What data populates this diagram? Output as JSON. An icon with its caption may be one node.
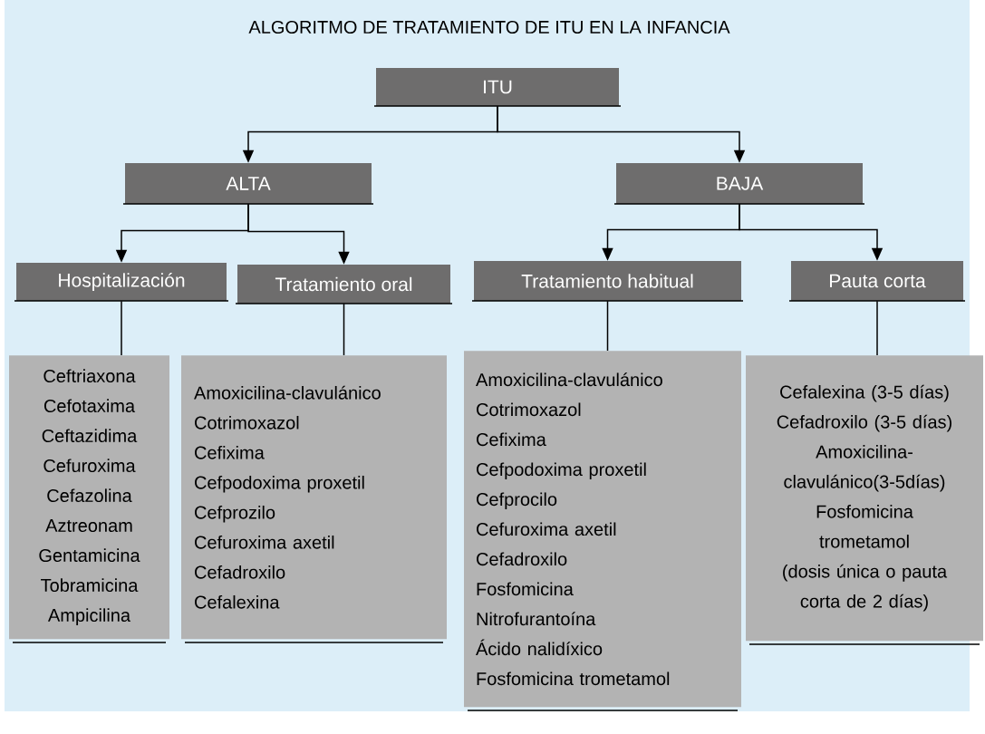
{
  "diagram": {
    "title": "ALGORITMO DE TRATAMIENTO DE ITU EN LA INFANCIA",
    "nodes": [
      {
        "text": [
          "ITU"
        ]
      },
      {
        "text": [
          "ALTA"
        ]
      },
      {
        "text": [
          "BAJA"
        ]
      },
      {
        "text": [
          "Hospitalización"
        ]
      },
      {
        "text": [
          "Tratamiento oral"
        ]
      },
      {
        "text": [
          "Tratamiento habitual"
        ]
      },
      {
        "text": [
          "Pauta corta"
        ]
      },
      {
        "text": [
          "Ceftriaxona",
          "Cefotaxima",
          "Ceftazidima",
          "Cefuroxima",
          "Cefazolina",
          "Aztreonam",
          "Gentamicina",
          "Tobramicina",
          "Ampicilina"
        ]
      },
      {
        "text": [
          "Amoxicilina-clavulánico",
          "Cotrimoxazol",
          "Cefixima",
          "Cefpodoxima proxetil",
          "Cefprozilo",
          "Cefuroxima axetil",
          "Cefadroxilo",
          "Cefalexina"
        ]
      },
      {
        "text": [
          "Amoxicilina-clavulánico",
          "Cotrimoxazol",
          "Cefixima",
          "Cefpodoxima proxetil",
          "Cefprocilo",
          "Cefuroxima axetil",
          "Cefadroxilo",
          "Fosfomicina",
          "Nitrofurantoína",
          "Ácido nalidíxico",
          "Fosfomicina trometamol"
        ]
      },
      {
        "text": [
          "Cefalexina (3-5 días)",
          "Cefadroxilo (3-5 días)",
          "Amoxicilina-clavulánico(3-5días)",
          "Fosfomicina trometamol",
          "(dosis única o pauta corta de 2 días)"
        ]
      }
    ],
    "edges": [
      {
        "from": 0,
        "to": 1,
        "arrow": "to"
      },
      {
        "from": 0,
        "to": 2,
        "arrow": "to"
      },
      {
        "from": 1,
        "to": 3,
        "arrow": "to"
      },
      {
        "from": 1,
        "to": 4,
        "arrow": "to"
      },
      {
        "from": 2,
        "to": 5,
        "arrow": "to"
      },
      {
        "from": 2,
        "to": 6,
        "arrow": "to"
      },
      {
        "from": 3,
        "to": 7,
        "arrow": "none"
      },
      {
        "from": 4,
        "to": 8,
        "arrow": "none"
      },
      {
        "from": 5,
        "to": 9,
        "arrow": "none"
      },
      {
        "from": 6,
        "to": 10,
        "arrow": "none"
      }
    ]
  }
}
